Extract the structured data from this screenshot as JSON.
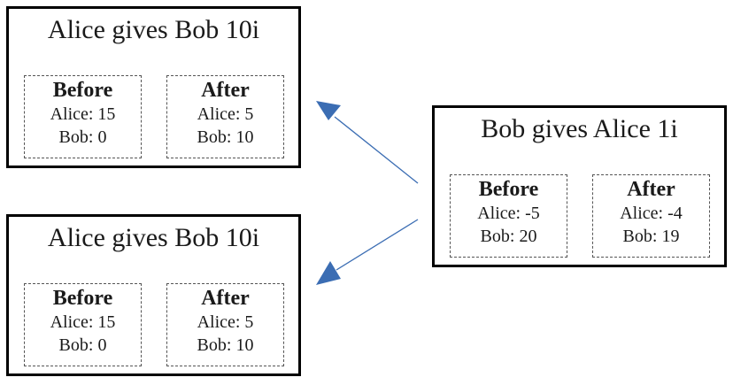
{
  "transactions": [
    {
      "title": "Alice gives Bob 10i",
      "before": {
        "heading": "Before",
        "alice": "Alice: 15",
        "bob": "Bob: 0"
      },
      "after": {
        "heading": "After",
        "alice": "Alice: 5",
        "bob": "Bob: 10"
      }
    },
    {
      "title": "Alice gives Bob 10i",
      "before": {
        "heading": "Before",
        "alice": "Alice: 15",
        "bob": "Bob: 0"
      },
      "after": {
        "heading": "After",
        "alice": "Alice: 5",
        "bob": "Bob: 10"
      }
    },
    {
      "title": "Bob gives Alice 1i",
      "before": {
        "heading": "Before",
        "alice": "Alice: -5",
        "bob": "Bob: 20"
      },
      "after": {
        "heading": "After",
        "alice": "Alice: -4",
        "bob": "Bob: 19"
      }
    }
  ],
  "colors": {
    "arrow": "#3b6db3",
    "border": "#000000",
    "dashed": "#555555"
  }
}
